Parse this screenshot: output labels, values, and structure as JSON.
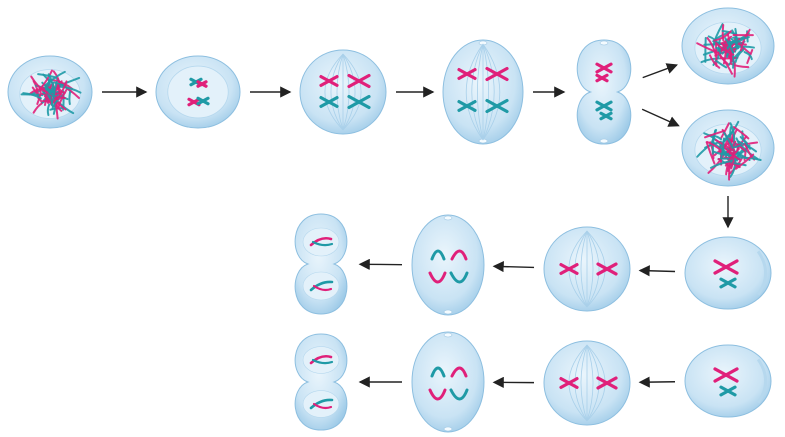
{
  "diagram": {
    "stages": [
      {
        "id": "interphase",
        "kind": "interphase"
      },
      {
        "id": "prophase-1",
        "kind": "early-prophase"
      },
      {
        "id": "metaphase-1",
        "kind": "paired-chromosomes"
      },
      {
        "id": "anaphase-1",
        "kind": "elongated-paired"
      },
      {
        "id": "telophase-1",
        "kind": "dividing-cell"
      },
      {
        "id": "daughter-cell-top",
        "kind": "interphase"
      },
      {
        "id": "daughter-cell-bottom",
        "kind": "interphase"
      },
      {
        "id": "prophase-2a",
        "kind": "prophase-2"
      },
      {
        "id": "metaphase-2a",
        "kind": "metaphase-2"
      },
      {
        "id": "anaphase-2a",
        "kind": "anaphase-2"
      },
      {
        "id": "telophase-2a",
        "kind": "gamete-pair"
      },
      {
        "id": "prophase-2b",
        "kind": "prophase-2"
      },
      {
        "id": "metaphase-2b",
        "kind": "metaphase-2"
      },
      {
        "id": "anaphase-2b",
        "kind": "anaphase-2"
      },
      {
        "id": "telophase-2b",
        "kind": "gamete-pair"
      }
    ],
    "arrows": [
      [
        "interphase",
        "prophase-1"
      ],
      [
        "prophase-1",
        "metaphase-1"
      ],
      [
        "metaphase-1",
        "anaphase-1"
      ],
      [
        "anaphase-1",
        "telophase-1"
      ],
      [
        "telophase-1",
        "daughter-cell-top"
      ],
      [
        "telophase-1",
        "daughter-cell-bottom"
      ],
      [
        "daughter-cell-bottom",
        "prophase-2a"
      ],
      [
        "prophase-2a",
        "metaphase-2a"
      ],
      [
        "metaphase-2a",
        "anaphase-2a"
      ],
      [
        "anaphase-2a",
        "telophase-2a"
      ],
      [
        "prophase-2b",
        "metaphase-2b"
      ],
      [
        "metaphase-2b",
        "anaphase-2b"
      ],
      [
        "anaphase-2b",
        "telophase-2b"
      ]
    ]
  },
  "colors": {
    "cell_fill": "#cfe6f5",
    "cell_edge": "#8dbfe0",
    "nucleus": "#e3f1fa",
    "chromosome_a": "#e0207a",
    "chromosome_b": "#1f9aa6",
    "arrow": "#222222"
  }
}
